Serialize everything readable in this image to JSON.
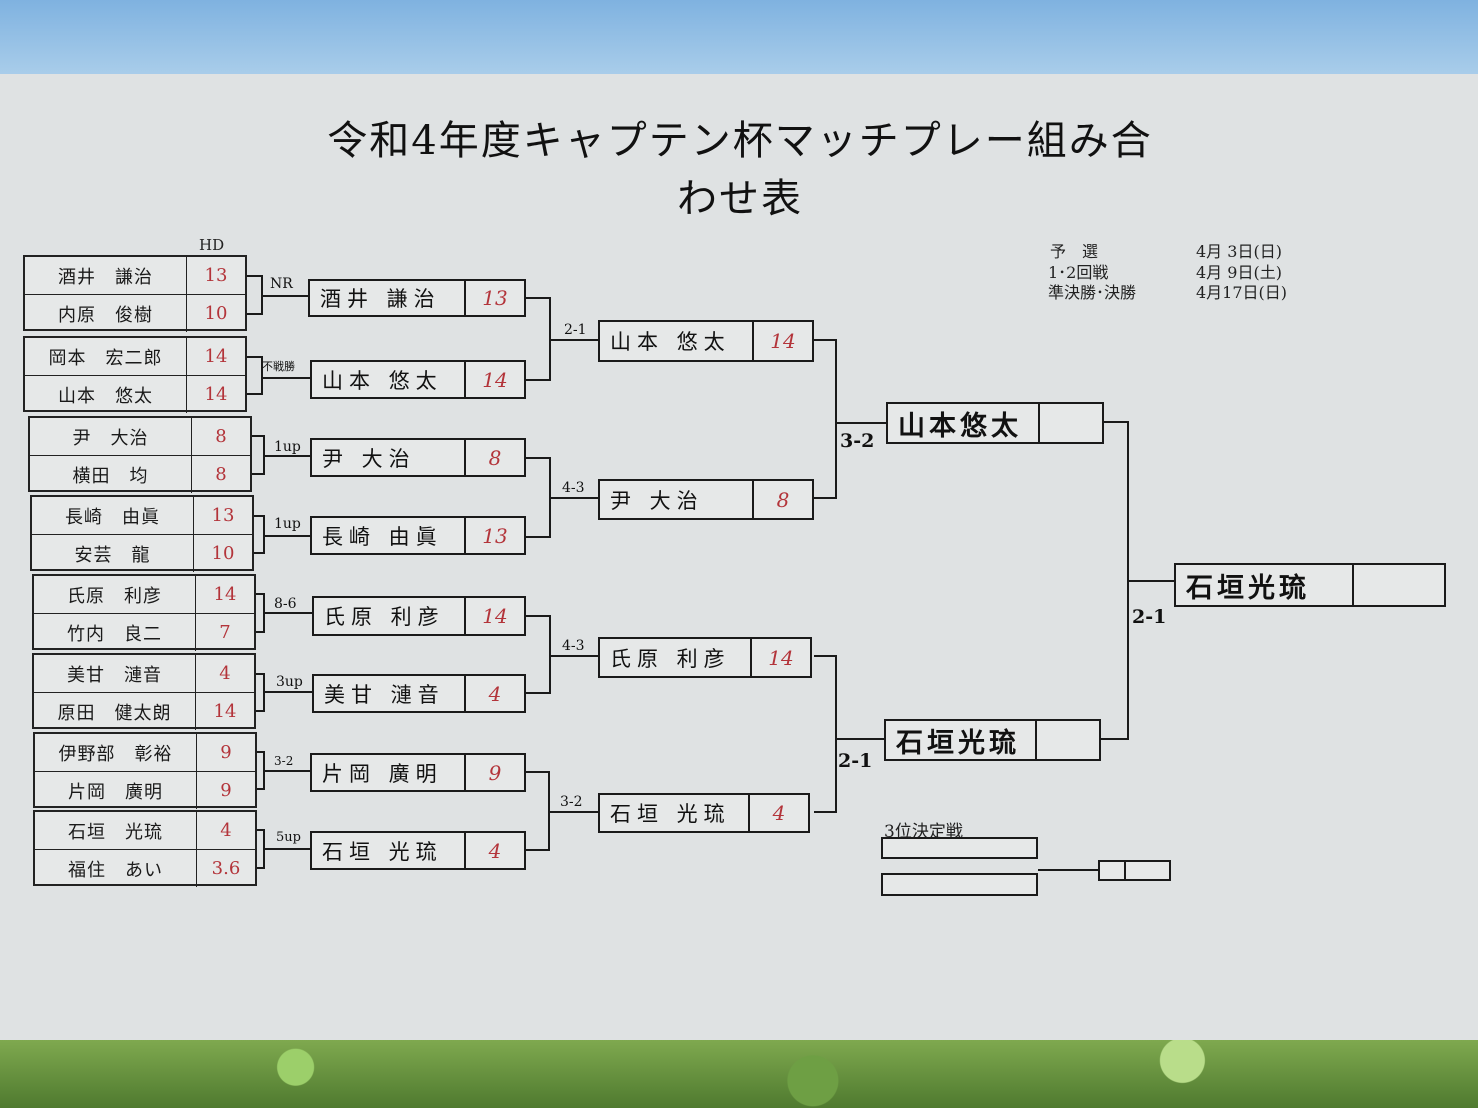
{
  "title": "令和4年度キャプテン杯マッチプレー組み合わせ表",
  "hd_label": "HD",
  "schedule": [
    {
      "round": "予　選",
      "date": "4月 3日(日)"
    },
    {
      "round": "1･2回戦",
      "date": "4月 9日(土)"
    },
    {
      "round": "準決勝･決勝",
      "date": "4月17日(日)"
    }
  ],
  "pairs": [
    {
      "a": {
        "name": "酒井　謙治",
        "hd": "13"
      },
      "b": {
        "name": "内原　俊樹",
        "hd": "10"
      }
    },
    {
      "a": {
        "name": "岡本　宏二郎",
        "hd": "14"
      },
      "b": {
        "name": "山本　悠太",
        "hd": "14"
      }
    },
    {
      "a": {
        "name": "尹　大治",
        "hd": "8"
      },
      "b": {
        "name": "横田　均",
        "hd": "8"
      }
    },
    {
      "a": {
        "name": "長崎　由眞",
        "hd": "13"
      },
      "b": {
        "name": "安芸　龍",
        "hd": "10"
      }
    },
    {
      "a": {
        "name": "氏原　利彦",
        "hd": "14"
      },
      "b": {
        "name": "竹内　良二",
        "hd": "7"
      }
    },
    {
      "a": {
        "name": "美甘　漣音",
        "hd": "4"
      },
      "b": {
        "name": "原田　健太朗",
        "hd": "14"
      }
    },
    {
      "a": {
        "name": "伊野部　彰裕",
        "hd": "9"
      },
      "b": {
        "name": "片岡　廣明",
        "hd": "9"
      }
    },
    {
      "a": {
        "name": "石垣　光琉",
        "hd": "4"
      },
      "b": {
        "name": "福住　あい",
        "hd": "3.6"
      }
    }
  ],
  "round1": [
    {
      "result": "NR",
      "name": "酒井 謙治",
      "score": "13"
    },
    {
      "result": "不戦勝",
      "name": "山本 悠太",
      "score": "14"
    },
    {
      "result": "1up",
      "name": "尹 大治",
      "score": "8"
    },
    {
      "result": "1up",
      "name": "長崎 由眞",
      "score": "13"
    },
    {
      "result": "8-6",
      "name": "氏原 利彦",
      "score": "14"
    },
    {
      "result": "3up",
      "name": "美甘 漣音",
      "score": "4"
    },
    {
      "result": "3-2",
      "name": "片岡 廣明",
      "score": "9"
    },
    {
      "result": "5up",
      "name": "石垣 光琉",
      "score": "4"
    }
  ],
  "round2": [
    {
      "result": "2-1",
      "name": "山本 悠太",
      "score": "14"
    },
    {
      "result": "4-3",
      "name": "尹 大治",
      "score": "8"
    },
    {
      "result": "4-3",
      "name": "氏原 利彦",
      "score": "14"
    },
    {
      "result": "3-2",
      "name": "石垣 光琉",
      "score": "4"
    }
  ],
  "semis": [
    {
      "result": "3-2",
      "name": "山本悠太",
      "score": ""
    },
    {
      "result": "2-1",
      "name": "石垣光琉",
      "score": ""
    }
  ],
  "final": {
    "result": "2-1",
    "name": "石垣光琉",
    "score": ""
  },
  "third_place": {
    "label": "3位決定戦"
  },
  "colors": {
    "paper": "#dfe2e3",
    "ink": "#1a1a1a",
    "handicap_red": "#b3343a"
  }
}
